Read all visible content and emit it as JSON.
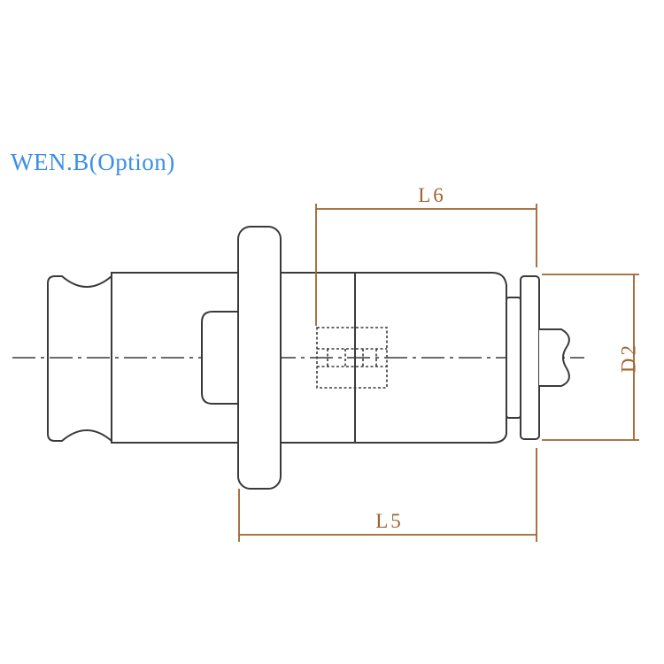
{
  "title": "WEN.B(Option)",
  "dimensions": {
    "l6": "L6",
    "l5": "L5",
    "d2": "D2"
  },
  "colors": {
    "title": "#3a8fe6",
    "outline": "#3a3a3a",
    "dimension": "#a0632d",
    "background": "#ffffff"
  }
}
